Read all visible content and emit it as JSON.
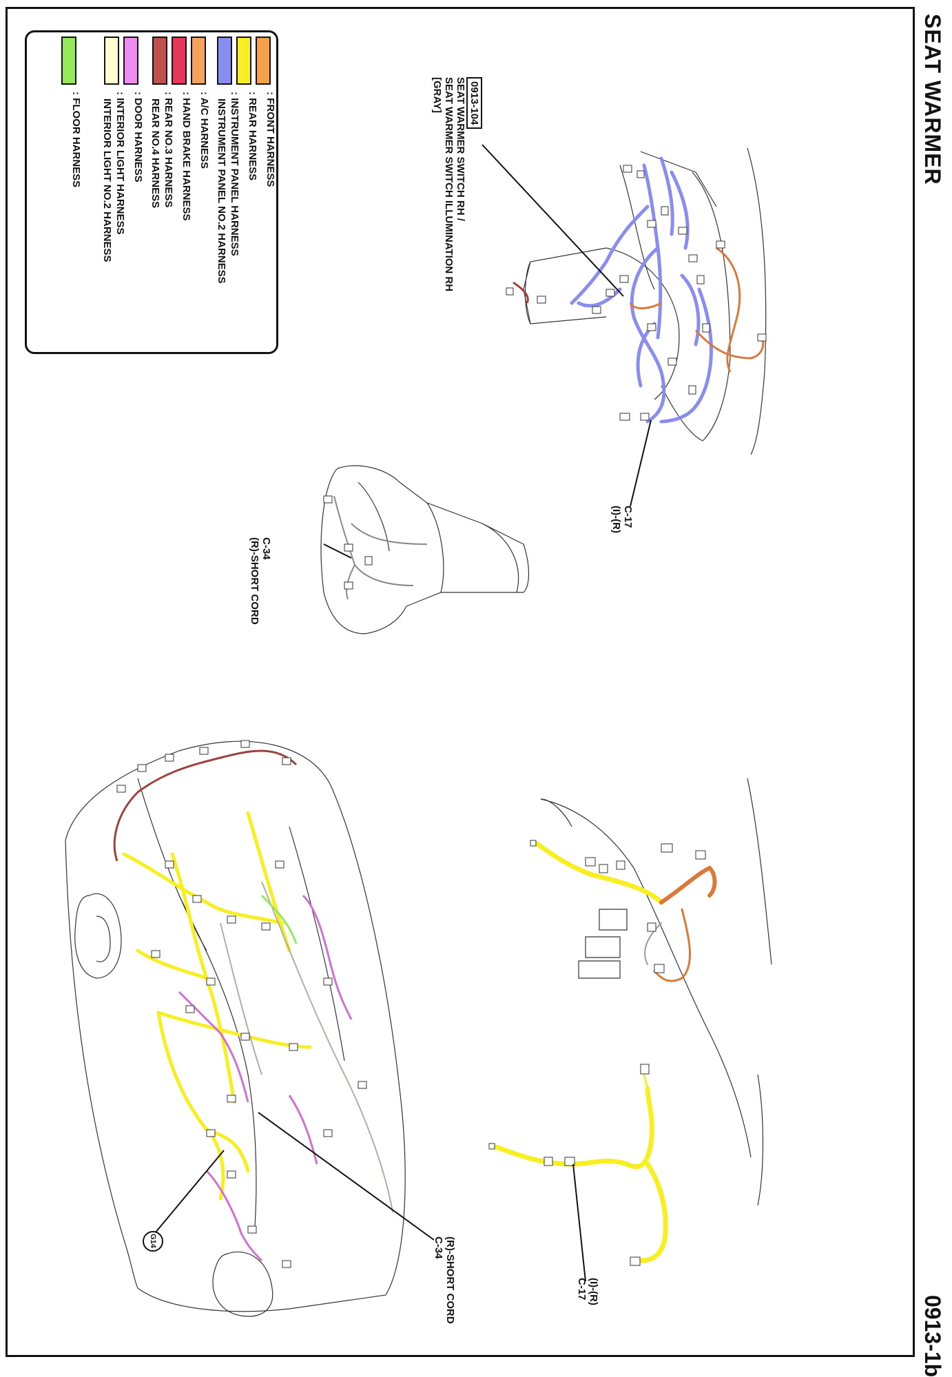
{
  "header": {
    "title": "SEAT WARMER",
    "page_number": "0913-1b"
  },
  "legend": {
    "items": [
      {
        "color": "#f5a04a",
        "label": ": FRONT HARNESS"
      },
      {
        "color": "#f7ef21",
        "label": ": REAR HARNESS"
      },
      {
        "color": "#8a8cf0",
        "label": ": INSTRUMENT PANEL HARNESS",
        "label2": "INSTRUMENT PANEL NO.2 HARNESS"
      },
      {
        "color": "#f5a35c",
        "label": ": A/C HARNESS"
      },
      {
        "color": "#e8375a",
        "label": ": HAND BRAKE HARNESS"
      },
      {
        "color": "#c0504d",
        "label": ": REAR NO.3 HARNESS",
        "label2": "REAR NO.4 HARNESS"
      },
      {
        "color": "#ef8cef",
        "label": ": DOOR HARNESS"
      },
      {
        "color": "#fffcd0",
        "label": ": INTERIOR LIGHT HARNESS",
        "label2": "INTERIOR LIGHT NO.2 HARNESS"
      },
      {
        "color": "#94e85a",
        "label": ": FLOOR HARNESS"
      }
    ]
  },
  "callouts": {
    "connector_code": "0913-104",
    "switch_line1": "SEAT WARMER SWITCH RH /",
    "switch_line2": "SEAT WARMER SWITCH ILLUMINATION RH",
    "switch_line3": "[GRAY]",
    "c17_top_a": "C-17",
    "c17_top_b": "(I)-(R)",
    "c34_seat_a": "C-34",
    "c34_seat_b": "(R)-SHORT CORD",
    "c34_body_a": "(R)-SHORT CORD",
    "c34_body_b": "C-34",
    "c17_bottom_a": "(I)-(R)",
    "c17_bottom_b": "C-17",
    "ground": "G14"
  },
  "colors": {
    "front": "#f5a04a",
    "rear": "#f7ef21",
    "instrument": "#8a8cf0",
    "ac": "#d9793a",
    "rear3": "#a0403c",
    "door": "#d070d0",
    "floor": "#94e85a",
    "interior": "#c8c8b0"
  }
}
